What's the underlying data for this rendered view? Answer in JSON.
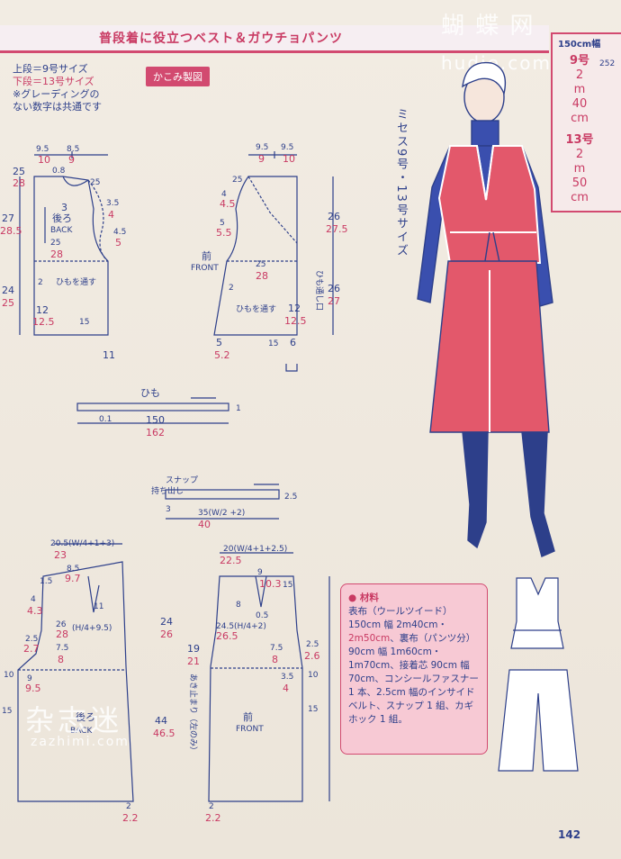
{
  "header": {
    "title": "普段着に役立つベスト＆ガウチョパンツ",
    "watermark_top": "蝴蝶网",
    "watermark_url": "hudie.com"
  },
  "sizebox": {
    "header": "150cm幅",
    "page_ref": "252",
    "size9_label": "9号",
    "size9_values": [
      "2",
      "m",
      "40",
      "cm"
    ],
    "size13_label": "13号",
    "size13_values": [
      "2",
      "m",
      "50",
      "cm"
    ]
  },
  "legend": {
    "line1": "上段＝9号サイズ",
    "line2": "下段＝13号サイズ",
    "line3": "※グレーディングの",
    "line4": "ない数字は共通です"
  },
  "tag": "かこみ製図",
  "model_caption": "ミセス9号・13号サイズ",
  "materials": {
    "title": "● 材料",
    "text_a": "表布（ウールツイード）150cm 幅 2m40cm・",
    "text_red": "2m50cm",
    "text_b": "、裏布（パンツ分）90cm 幅 1m60cm・1m70cm、接着芯 90cm 幅 70cm、コンシールファスナー 1 本、2.5cm 幅のインサイドベルト、スナップ 1 組、カギホック 1 組。"
  },
  "page_number": "142",
  "watermark_mid": "杂志迷",
  "watermark_mid_url": "zazhimi.com",
  "draft": {
    "back_vest": {
      "dim_top_a": "9.5",
      "dim_top_a_red": "10",
      "dim_top_b": "8.5",
      "dim_top_b_red": "9",
      "dim_25": "25",
      "dim_28": "28",
      "dim_08": "0.8",
      "dim_25b": "25",
      "dim_3": "3",
      "dim_35": "3.5",
      "dim_4": "4",
      "dim_45": "4.5",
      "dim_5": "5",
      "dim_27": "27",
      "dim_285": "28.5",
      "label": "後ろ",
      "label_en": "BACK",
      "dim_25c": "25",
      "dim_28b": "28",
      "dim_24": "24",
      "dim_25d": "25",
      "dim_2": "2",
      "himo": "ひもを通す",
      "dim_12": "12",
      "dim_125": "12.5",
      "dim_15": "15",
      "dim_11": "11"
    },
    "front_vest": {
      "dim_a": "9.5",
      "dim_a_red": "9",
      "dim_b": "9.5",
      "dim_b_red": "10",
      "dim_25": "25",
      "dim_4": "4",
      "dim_45": "4.5",
      "dim_5": "5",
      "dim_55": "5.5",
      "dim_26": "26",
      "dim_275": "27.5",
      "label": "前",
      "label_en": "FRONT",
      "dim_25b": "25",
      "dim_28": "28",
      "dim_2": "2",
      "himo": "ひもを通す",
      "himo_guchi": "ひも通し口",
      "dim_26b": "26",
      "dim_27": "27",
      "dim_12": "12",
      "dim_125": "12.5",
      "dim_5b": "5",
      "dim_52": "5.2",
      "dim_15": "15",
      "dim_6": "6"
    },
    "himo": {
      "label": "ひも",
      "dim_01": "0.1",
      "dim_150": "150",
      "dim_162": "162",
      "dim_1": "1"
    },
    "snap": {
      "label": "スナップ",
      "mochidashi": "持ち出し",
      "dim_25": "2.5",
      "dim_3": "3",
      "formula": "35(W/2 +2)",
      "formula_red": "40"
    },
    "back_pants": {
      "dim_top": "20.5(W/4+1+3)",
      "dim_top_red": "23",
      "dim_15": "1.5",
      "dim_85": "8.5",
      "dim_97": "9.7",
      "dim_4": "4",
      "dim_43": "4.3",
      "dim_11": "11",
      "dim_26": "26",
      "dim_28": "28",
      "formula_h": "(H/4+9.5)",
      "dim_25": "2.5",
      "dim_27": "2.7",
      "dim_75": "7.5",
      "dim_8": "8",
      "dim_10": "10",
      "dim_9": "9",
      "dim_95": "9.5",
      "dim_15b": "15",
      "label": "後ろ",
      "label_en": "BACK",
      "dim_2": "2",
      "dim_22": "2.2"
    },
    "front_pants": {
      "dim_top": "20(W/4+1+2.5)",
      "dim_top_red": "22.5",
      "dim_9": "9",
      "dim_103": "10.3",
      "dim_15": "15",
      "dim_8": "8",
      "dim_05": "0.5",
      "formula_h": "24.5(H/4+2)",
      "dim_265": "26.5",
      "dim_24": "24",
      "dim_26": "26",
      "dim_19": "19",
      "dim_21": "21",
      "akidomari": "あき止まり（左のみ）",
      "dim_75": "7.5",
      "dim_8b": "8",
      "dim_25": "2.5",
      "dim_26b": "2.6",
      "dim_35": "3.5",
      "dim_4": "4",
      "dim_10": "10",
      "dim_15b": "15",
      "dim_44": "44",
      "dim_465": "46.5",
      "label": "前",
      "label_en": "FRONT",
      "dim_2": "2",
      "dim_22": "2.2"
    }
  },
  "colors": {
    "accent": "#d24a70",
    "ink": "#2d3f8a",
    "red": "#c93a63"
  }
}
